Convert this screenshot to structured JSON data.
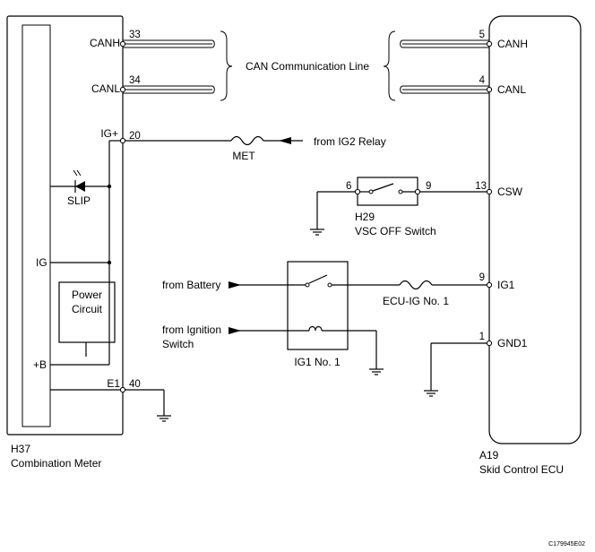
{
  "meter": {
    "code": "H37",
    "name": "Combination Meter",
    "power_circuit_line1": "Power",
    "power_circuit_line2": "Circuit",
    "pins": {
      "canh_label": "CANH",
      "canh_num": "33",
      "canl_label": "CANL",
      "canl_num": "34",
      "igplus_label": "IG+",
      "igplus_num": "20",
      "ig_label": "IG",
      "b_label": "+B",
      "e1_label": "E1",
      "e1_num": "40"
    },
    "slip_label": "SLIP"
  },
  "ecu": {
    "code": "A19",
    "name": "Skid Control ECU",
    "pins": {
      "canh_label": "CANH",
      "canh_num": "5",
      "canl_label": "CANL",
      "canl_num": "4",
      "csw_label": "CSW",
      "csw_num": "13",
      "ig1_label": "IG1",
      "ig1_num": "9",
      "gnd1_label": "GND1",
      "gnd1_num": "1"
    }
  },
  "can_line_label": "CAN Communication Line",
  "met": {
    "fuse_label": "MET",
    "source_label": "from IG2 Relay"
  },
  "vsc_switch": {
    "code": "H29",
    "name": "VSC OFF Switch",
    "pin_left": "6",
    "pin_right": "9"
  },
  "relay": {
    "name": "IG1 No. 1",
    "from_battery": "from Battery",
    "from_ignition_line1": "from Ignition",
    "from_ignition_line2": "Switch"
  },
  "ecu_ig_fuse": "ECU-IG No. 1",
  "figure_code": "C179945E02"
}
